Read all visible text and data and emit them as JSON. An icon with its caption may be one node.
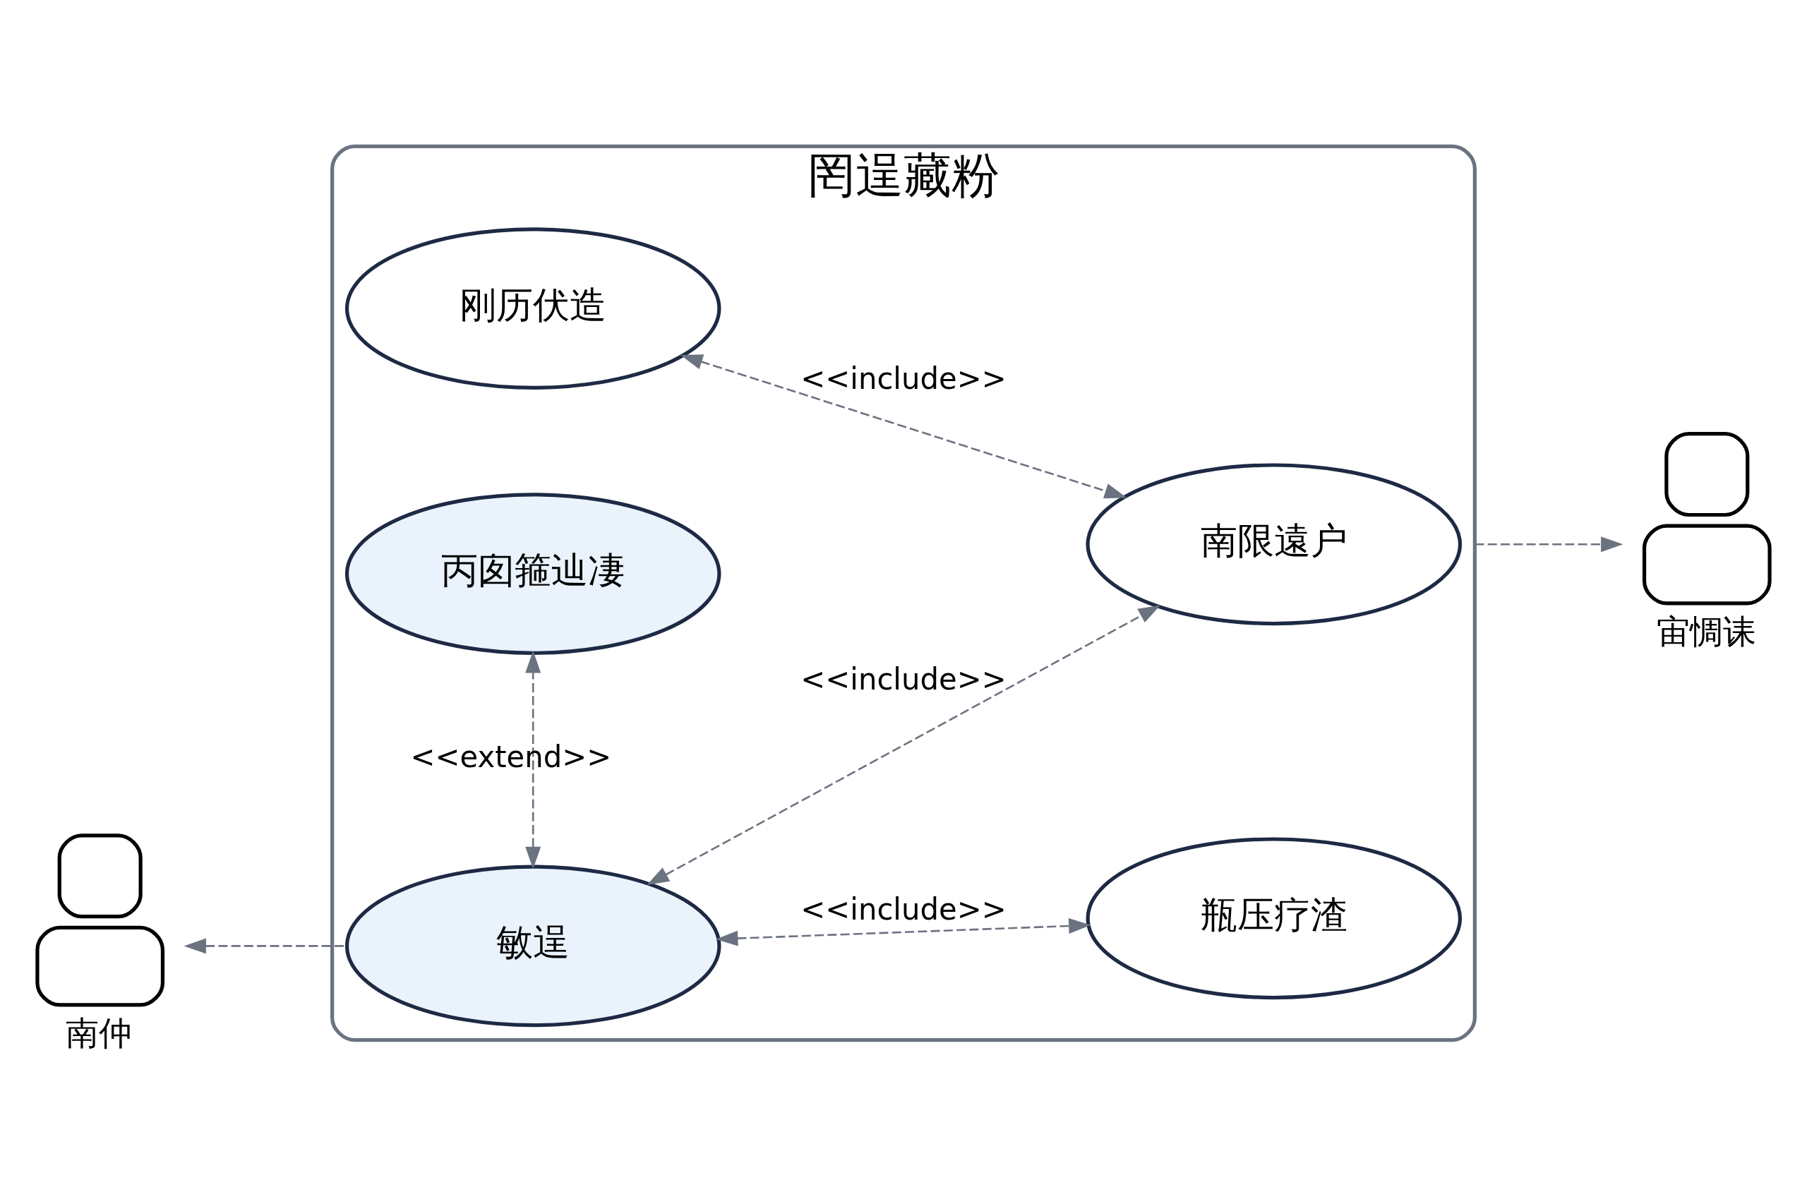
{
  "diagram": {
    "nodes": [
      {
        "text": [
          "罔逞藏粉"
        ]
      },
      {
        "text": [
          "刚历伏造"
        ],
        "in": 0
      },
      {
        "text": [
          "南限遠户"
        ],
        "in": 0
      },
      {
        "text": [
          "敏逞"
        ],
        "in": 0
      },
      {
        "text": [
          "瓶压疗渣"
        ],
        "in": 0
      },
      {
        "text": [
          "丙囱箍辿凄"
        ],
        "in": 0
      },
      {
        "text": [
          "南仲"
        ]
      },
      {
        "text": [
          "宙惆诔"
        ]
      }
    ],
    "edges": [
      {
        "from": 1,
        "to": 2,
        "arrow": "both",
        "label": "<<include>>",
        "style": "dashed"
      },
      {
        "from": 3,
        "to": 2,
        "arrow": "both",
        "label": "<<include>>",
        "style": "dashed"
      },
      {
        "from": 3,
        "to": 4,
        "arrow": "both",
        "label": "<<include>>",
        "style": "dashed"
      },
      {
        "from": 3,
        "to": 5,
        "arrow": "both",
        "label": "<<extend>>",
        "style": "dashed"
      },
      {
        "from": 3,
        "to": 6,
        "arrow": "to",
        "style": "dashed"
      },
      {
        "from": 0,
        "to": 7,
        "arrow": "to",
        "style": "dashed"
      }
    ]
  }
}
